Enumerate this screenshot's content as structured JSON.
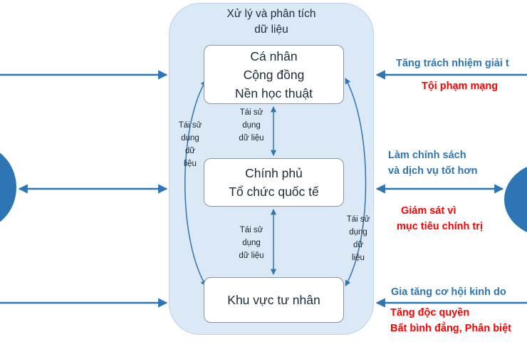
{
  "panel": {
    "title_lines": [
      "Xử lý và phân tích",
      "dữ liệu"
    ]
  },
  "nodes": {
    "top": {
      "lines": [
        "Cá nhân",
        "Cộng đồng",
        "Nền học thuật"
      ]
    },
    "middle": {
      "lines": [
        "Chính phủ",
        "Tổ chức quốc tế"
      ]
    },
    "bottom": {
      "lines": [
        "Khu vực tư nhân"
      ]
    }
  },
  "reuse_labels": {
    "top_middle": [
      "Tái sử",
      "dụng",
      "dữ liệu"
    ],
    "middle_bottom": [
      "Tái sử",
      "dụng",
      "dữ liệu"
    ],
    "left_curve": [
      "Tái sử",
      "dụng",
      "dữ",
      "liệu"
    ],
    "right_curve": [
      "Tái sử",
      "dụng",
      "dữ",
      "liệu"
    ]
  },
  "annotations": {
    "top_benefit": "Tăng trách nhiệm giải t",
    "top_risk": "Tội phạm mạng",
    "middle_benefit_lines": [
      "Làm chính sách",
      "và dịch vụ tốt hơn"
    ],
    "middle_risk_lines": [
      "Giám sát vì",
      "mục tiêu chính trị"
    ],
    "bottom_benefit": "Gia tăng cơ hội kinh do",
    "bottom_risk_lines": [
      "Tăng độc quyền",
      "Bất bình đẳng, Phân biệt"
    ]
  },
  "colors": {
    "benefit_text": "#2e75b6",
    "risk_text": "#ff0000",
    "arrow": "#2e75b6",
    "panel_fill": "#dbe8f5",
    "node_fill": "#ffffff",
    "circle_fill": "#2e75b6"
  }
}
